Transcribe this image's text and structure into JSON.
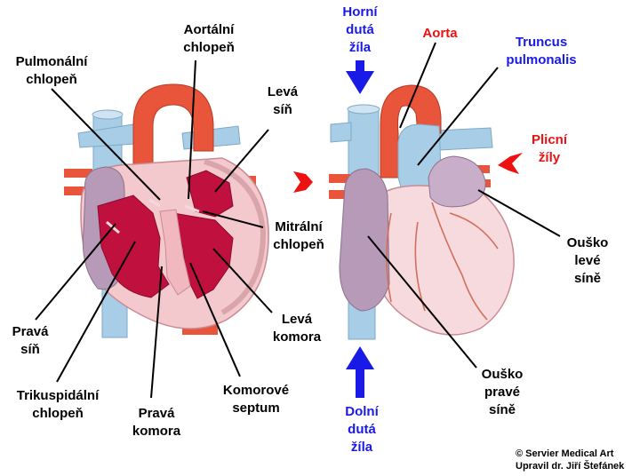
{
  "labels": {
    "pulmonalni_chlopen": [
      "Pulmonální",
      "chlopeň"
    ],
    "aortalni_chlopen": [
      "Aortální",
      "chlopeň"
    ],
    "leva_sin": [
      "Levá",
      "síň"
    ],
    "mitralni_chlopen": [
      "Mitrální",
      "chlopeň"
    ],
    "leva_komora": [
      "Levá",
      "komora"
    ],
    "komorove_septum": [
      "Komorové",
      "septum"
    ],
    "prava_komora": [
      "Pravá",
      "komora"
    ],
    "trikuspidalni_chlopen": [
      "Trikuspidální",
      "chlopeň"
    ],
    "prava_sin": [
      "Pravá",
      "síň"
    ],
    "horni_duta_zila": [
      "Horní",
      "dutá",
      "žíla"
    ],
    "aorta": "Aorta",
    "truncus_pulmonalis": [
      "Truncus",
      "pulmonalis"
    ],
    "plicni_zily": [
      "Plicní",
      "žíly"
    ],
    "ousko_leve_sine": [
      "Ouško",
      "levé",
      "síně"
    ],
    "ousko_prave_sine": [
      "Ouško",
      "pravé",
      "síně"
    ],
    "dolni_duta_zila": [
      "Dolní",
      "dutá",
      "žíla"
    ]
  },
  "credits": [
    "© Servier Medical Art",
    "Upravil dr. Jiří Štefánek"
  ],
  "colors": {
    "vein_blue": "#a8cde6",
    "aorta_red": "#e8553a",
    "myocardium_pink": "#f4c9cd",
    "chamber_crimson": "#c0103e",
    "atrium_lavender": "#b79ab8",
    "arrow_blue": "#1a1ae6",
    "arrow_red": "#ee1111"
  }
}
